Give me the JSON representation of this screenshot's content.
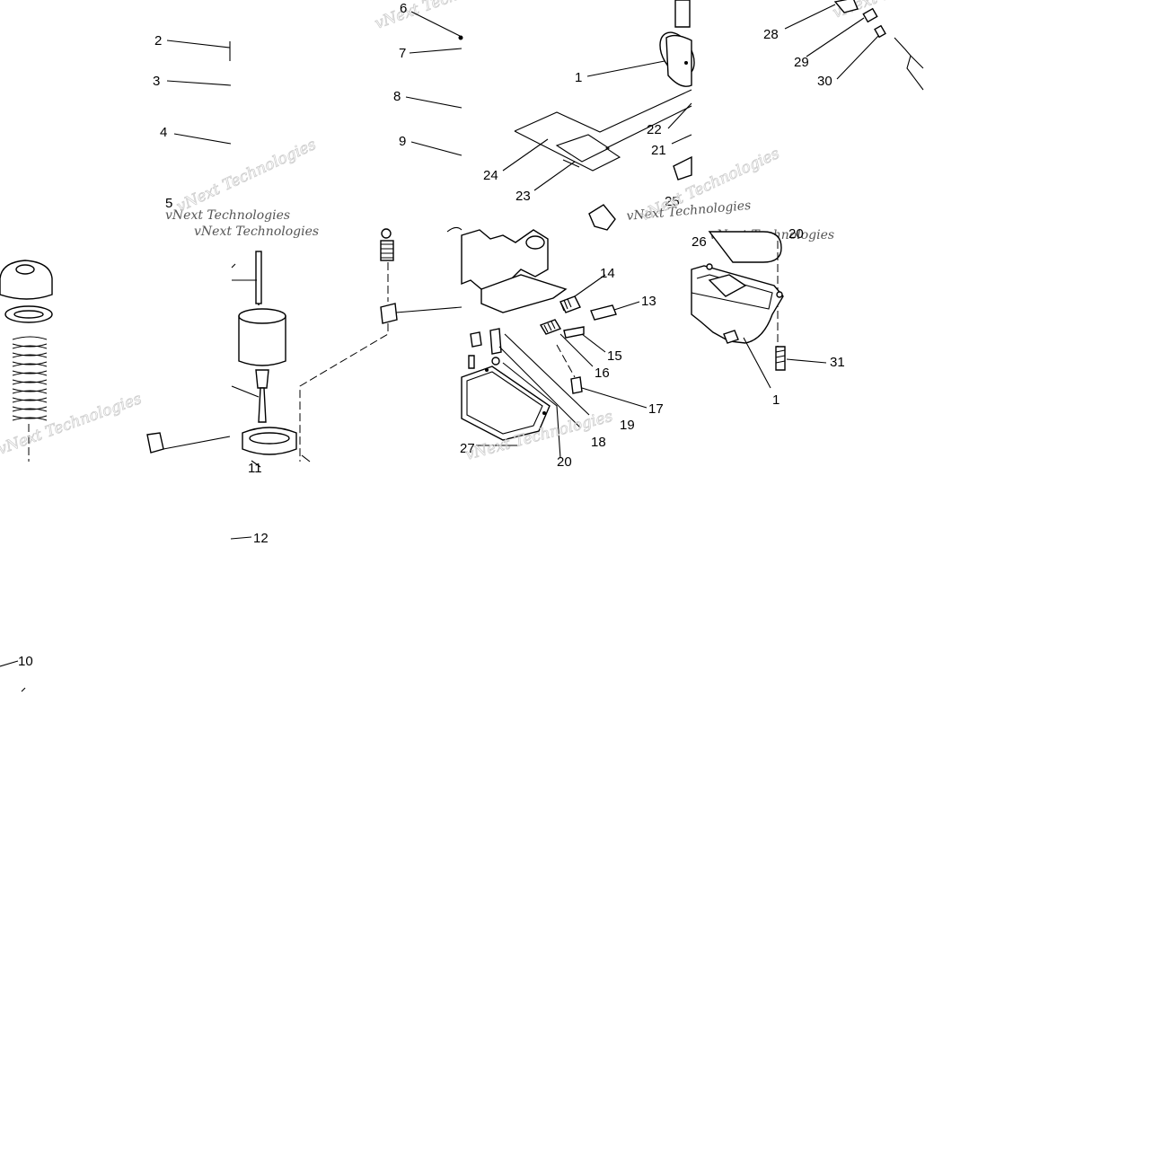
{
  "watermark": "vNext Technologies",
  "callouts": {
    "c1a": "1",
    "c1b": "1",
    "c2": "2",
    "c3": "3",
    "c4": "4",
    "c5": "5",
    "c6": "6",
    "c7": "7",
    "c8": "8",
    "c9": "9",
    "c10": "10",
    "c11": "11",
    "c12": "12",
    "c13": "13",
    "c14": "14",
    "c15": "15",
    "c16": "16",
    "c17": "17",
    "c18": "18",
    "c19": "19",
    "c20a": "20",
    "c20b": "20",
    "c21": "21",
    "c22": "22",
    "c23": "23",
    "c24": "24",
    "c25": "25",
    "c26": "26",
    "c27": "27",
    "c28": "28",
    "c29": "29",
    "c30": "30",
    "c31": "31"
  }
}
